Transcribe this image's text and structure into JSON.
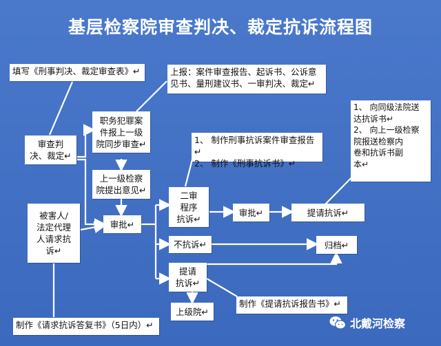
{
  "title": "基层检察院审查判决、裁定抗诉流程图",
  "boxes": {
    "fill_form": "填写《刑事判决、裁定审查表》↵",
    "report": "上报：案件审查报告、起诉书、公诉意\n见书、量刑建议书、一审判决、裁定↵",
    "review_judgment": "审查判\n决、裁定↵",
    "duty_crime": "职务犯罪案\n件报上一级\n院同步审查↵",
    "superior_opinion": "上一级检察\n院提出意见↵",
    "victim": "被害人/\n法定代理\n人请求抗\n诉↵",
    "approval": "审批↵",
    "second_instance": "二审\n程序\n抗诉↵",
    "make_docs": "1、 制作刑事抗诉案件审查报告↵\n2、 制作《刑事抗诉书》↵",
    "approval2": "审批↵",
    "request_protest": "提请抗诉↵",
    "send_court": "1、 向同级法院送\n    达抗诉书↵\n2、 向上一级检察\n    院报送检察内\n    卷和抗诉书副\n    本↵",
    "no_protest": "不抗诉↵",
    "archive": "归档↵",
    "propose_protest": "提请\n抗诉↵",
    "make_report": "制作《提请抗诉报告书》↵",
    "superior_court": "上级院↵",
    "make_reply": "制作《请求抗诉答复书》（5日内）↵"
  },
  "watermark": "北戴河检察",
  "colors": {
    "background": "#3f6fc4",
    "box": "#ffffff",
    "wire": "#ffffff"
  }
}
